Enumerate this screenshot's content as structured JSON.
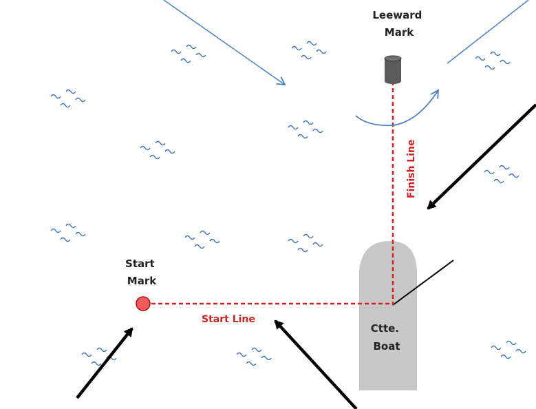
{
  "labels": {
    "leeward_mark": [
      "Leeward",
      "Mark"
    ],
    "start_mark": [
      "Start",
      "Mark"
    ],
    "committee_boat": [
      "Ctte.",
      "Boat"
    ],
    "start_line": "Start Line",
    "finish_line": "Finish Line"
  },
  "colors": {
    "line_red": "#d42020",
    "mark_red": "#f05a5a",
    "boat_gray": "#c8c8c8",
    "leeward_mark_gray": "#5a5a5a",
    "wave_blue": "#3f6fb5",
    "arrow_blue": "#4a7ec4",
    "arrow_black": "#000000"
  },
  "icons": {
    "waves": "wave-cluster-icon",
    "leeward_mark": "cylinder-buoy-icon",
    "start_mark": "round-buoy-icon",
    "boat": "committee-boat-icon"
  }
}
